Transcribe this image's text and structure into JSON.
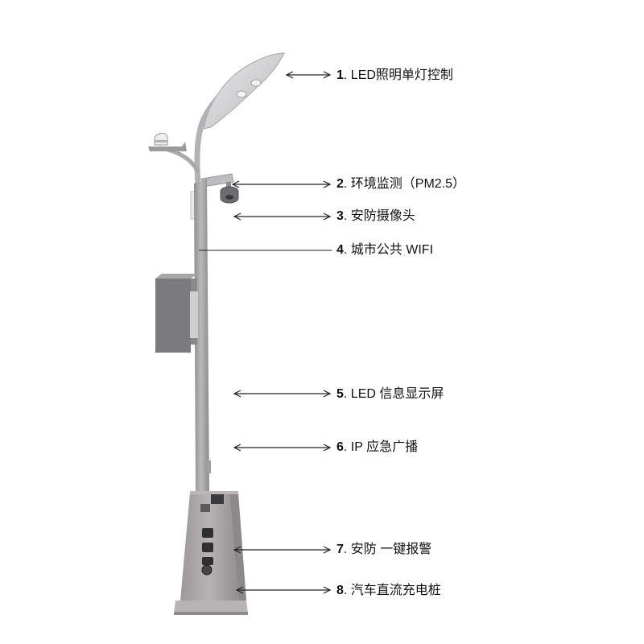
{
  "colors": {
    "pole": "#a9a9ab",
    "pole_dark": "#8c8c8e",
    "lamp_head": "#d4d4d6",
    "screen_box": "#7d7d7f",
    "base": "#a7a2a3",
    "arrow": "#222222",
    "text": "#111111"
  },
  "annotations": [
    {
      "number": "1",
      "text": ". LED照明单灯控制"
    },
    {
      "number": "2",
      "text": ". 环境监测（PM2.5）"
    },
    {
      "number": "3",
      "text": ". 安防摄像头"
    },
    {
      "number": "4",
      "text": ". 城市公共 WIFI"
    },
    {
      "number": "5",
      "text": ". LED 信息显示屏"
    },
    {
      "number": "6",
      "text": ". IP 应急广播"
    },
    {
      "number": "7",
      "text": ". 安防 一键报警"
    },
    {
      "number": "8",
      "text": ". 汽车直流充电桩"
    }
  ],
  "icons": {
    "lamp": "led-lamp-head-icon",
    "sensor": "environment-sensor-icon",
    "camera": "security-camera-icon",
    "screen": "led-display-icon",
    "charger": "charging-pile-icon"
  }
}
